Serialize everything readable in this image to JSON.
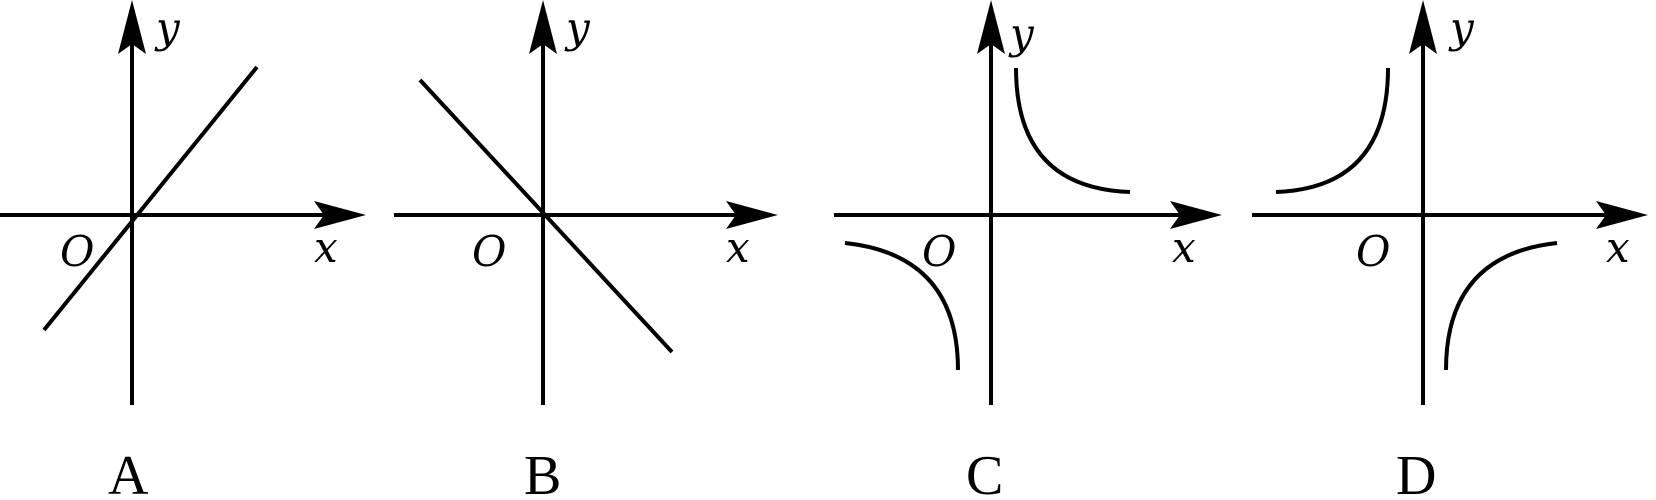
{
  "panels": [
    {
      "label": "A",
      "x_label": "x",
      "y_label": "y",
      "origin_label": "O",
      "graph": "line",
      "graph_description_type": "line-through-origin-positive-slope"
    },
    {
      "label": "B",
      "x_label": "x",
      "y_label": "y",
      "origin_label": "O",
      "graph": "line",
      "graph_description_type": "line-through-origin-negative-slope"
    },
    {
      "label": "C",
      "x_label": "x",
      "y_label": "y",
      "origin_label": "O",
      "graph": "hyperbola",
      "graph_description_type": "hyperbola-quadrants-I-III"
    },
    {
      "label": "D",
      "x_label": "x",
      "y_label": "y",
      "origin_label": "O",
      "graph": "hyperbola",
      "graph_description_type": "hyperbola-quadrants-II-IV"
    }
  ]
}
